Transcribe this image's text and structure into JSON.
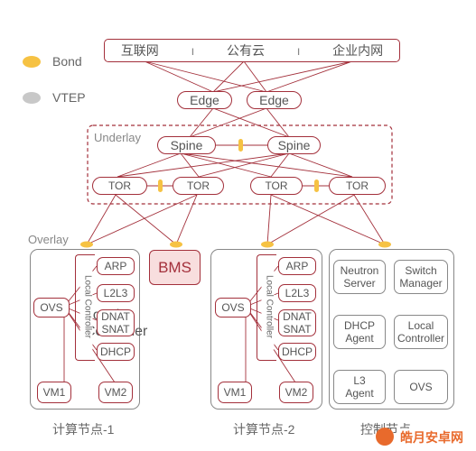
{
  "legend": {
    "bond": {
      "label": "Bond",
      "color": "#f6c243"
    },
    "vtep": {
      "label": "VTEP",
      "color": "#c8c8c8"
    }
  },
  "top_bar": [
    "互联网",
    "公有云",
    "企业内网"
  ],
  "edges": [
    "Edge",
    "Edge"
  ],
  "underlay": {
    "title": "Underlay",
    "spines": [
      "Spine",
      "Spine"
    ],
    "tors": [
      "TOR",
      "TOR",
      "TOR",
      "TOR"
    ]
  },
  "overlay": {
    "title": "Overlay"
  },
  "compute1": {
    "ovs": "OVS",
    "local_controller": "Local Controller",
    "services": [
      "ARP",
      "L2L3",
      "DNAT\nSNAT",
      "DHCP"
    ],
    "vms": [
      "VM1",
      "VM2"
    ],
    "caption": "计算节点-1"
  },
  "bms": "BMS",
  "compute2": {
    "ovs": "OVS",
    "local_controller": "Local Controller",
    "services": [
      "ARP",
      "L2L3",
      "DNAT\nSNAT",
      "DHCP"
    ],
    "vms": [
      "VM1",
      "VM2"
    ],
    "caption": "计算节点-2"
  },
  "control": {
    "items": [
      "Neutron\nServer",
      "Switch\nManager",
      "DHCP\nAgent",
      "Local\nController",
      "L3\nAgent",
      "OVS"
    ],
    "caption": "控制节点"
  },
  "watermark": "皓月安卓网"
}
